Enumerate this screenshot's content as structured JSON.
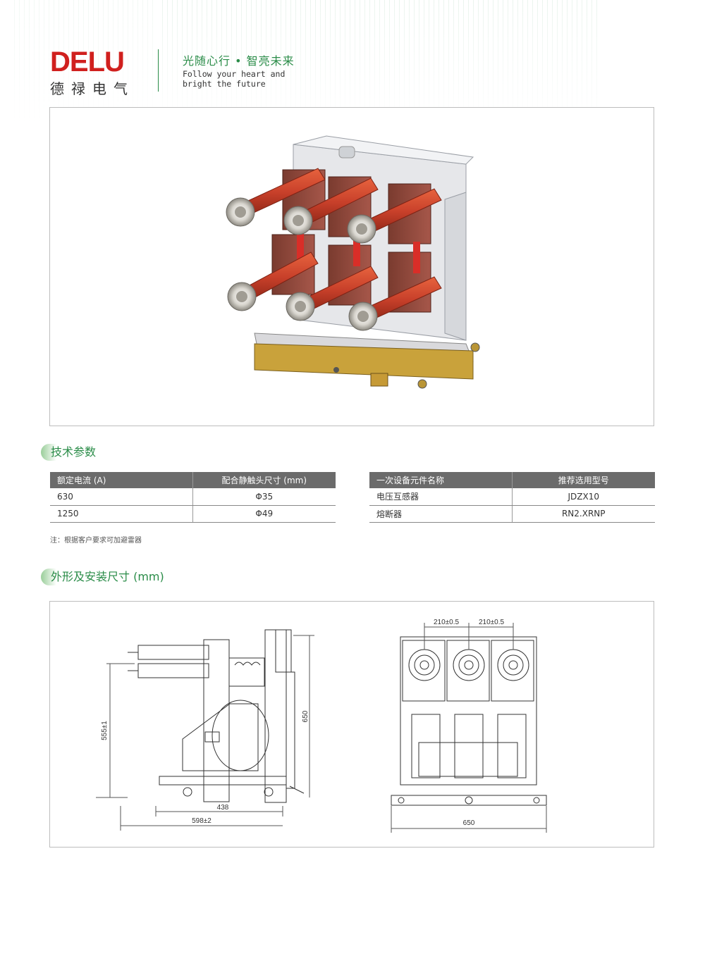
{
  "brand": {
    "name_en": "DELU",
    "name_cn": "德禄电气",
    "slogan_cn": "光随心行 • 智亮未来",
    "slogan_en_line1": "Follow your heart and",
    "slogan_en_line2": "bright the future",
    "primary_color": "#d0201e",
    "accent_color": "#2a8c48"
  },
  "sections": {
    "tech_params": "技术参数",
    "dimensions": "外形及安装尺寸 (mm)"
  },
  "table_left": {
    "headers": [
      "额定电流 (A)",
      "配合静触头尺寸 (mm)"
    ],
    "rows": [
      [
        "630",
        "Φ35"
      ],
      [
        "1250",
        "Φ49"
      ]
    ]
  },
  "table_right": {
    "headers": [
      "一次设备元件名称",
      "推荐选用型号"
    ],
    "rows": [
      [
        "电压互感器",
        "JDZX10"
      ],
      [
        "熔断器",
        "RN2.XRNP"
      ]
    ]
  },
  "note": "注：根据客户要求可加避雷器",
  "drawing": {
    "side": {
      "dim_height": "555±1",
      "dim_total": "650",
      "dim_depth": "438",
      "dim_width": "598±2"
    },
    "front": {
      "dim_pitch_1": "210±0.5",
      "dim_pitch_2": "210±0.5",
      "dim_width": "650"
    }
  }
}
